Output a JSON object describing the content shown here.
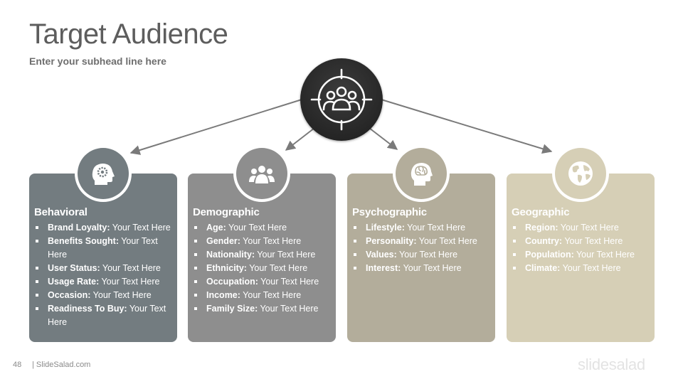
{
  "slide": {
    "title": "Target Audience",
    "subtitle": "Enter your subhead line here"
  },
  "hub": {
    "icon": "target-audience-icon",
    "color": "#262626"
  },
  "cards": [
    {
      "title": "Behavioral",
      "color": "#737c80",
      "icon": "head-gear-icon",
      "items": [
        {
          "label": "Brand Loyalty:",
          "value": " Your Text Here"
        },
        {
          "label": "Benefits Sought:",
          "value": " Your Text Here"
        },
        {
          "label": "User Status:",
          "value": " Your Text Here"
        },
        {
          "label": "Usage Rate:",
          "value": " Your Text Here"
        },
        {
          "label": "Occasion:",
          "value": " Your Text Here"
        },
        {
          "label": "Readiness To Buy:",
          "value": " Your Text Here"
        }
      ]
    },
    {
      "title": "Demographic",
      "color": "#8e8e8e",
      "icon": "group-icon",
      "items": [
        {
          "label": "Age:",
          "value": " Your Text Here"
        },
        {
          "label": "Gender:",
          "value": " Your Text Here"
        },
        {
          "label": "Nationality:",
          "value": " Your Text Here"
        },
        {
          "label": "Ethnicity:",
          "value": " Your Text Here"
        },
        {
          "label": "Occupation:",
          "value": " Your Text Here"
        },
        {
          "label": "Income:",
          "value": " Your Text Here"
        },
        {
          "label": "Family Size:",
          "value": " Your Text Here"
        }
      ]
    },
    {
      "title": "Psychographic",
      "color": "#b3ad9b",
      "icon": "head-brain-icon",
      "items": [
        {
          "label": "Lifestyle:",
          "value": " Your Text Here"
        },
        {
          "label": "Personality:",
          "value": " Your Text Here"
        },
        {
          "label": "Values:",
          "value": " Your Text Here"
        },
        {
          "label": "Interest:",
          "value": " Your Text Here"
        }
      ]
    },
    {
      "title": "Geographic",
      "color": "#d6cfb6",
      "icon": "globe-icon",
      "items": [
        {
          "label": "Region:",
          "value": " Your Text Here"
        },
        {
          "label": "Country:",
          "value": " Your Text Here"
        },
        {
          "label": "Population:",
          "value": " Your Text Here"
        },
        {
          "label": "Climate:",
          "value": " Your Text Here"
        }
      ]
    }
  ],
  "footer": {
    "page_number": "48",
    "site": "| SlideSalad.com",
    "brand": "slidesalad"
  }
}
